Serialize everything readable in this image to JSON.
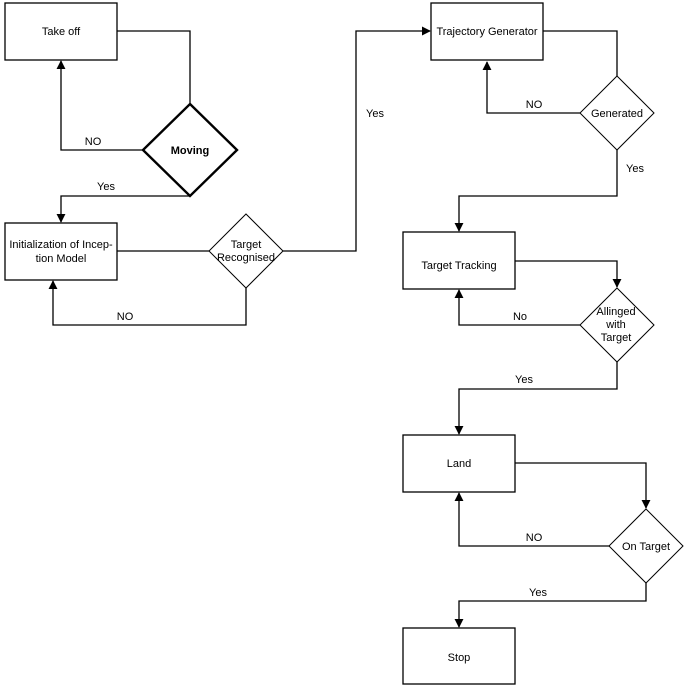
{
  "nodes": {
    "takeoff": "Take off",
    "moving": "Moving",
    "init_line1": "Initialization of Incep-",
    "init_line2": "tion Model",
    "target_rec_line1": "Target",
    "target_rec_line2": "Recognised",
    "traj_gen": "Trajectory Generator",
    "generated": "Generated",
    "target_tracking": "Target Tracking",
    "aligned_line1": "Allinged",
    "aligned_line2": "with",
    "aligned_line3": "Target",
    "land": "Land",
    "on_target": "On Target",
    "stop": "Stop"
  },
  "edges": {
    "moving_no": "NO",
    "moving_yes": "Yes",
    "recognised_no": "NO",
    "recognised_yes": "Yes",
    "generated_no": "NO",
    "generated_yes": "Yes",
    "aligned_no": "No",
    "aligned_yes": "Yes",
    "on_target_no": "NO",
    "on_target_yes": "Yes"
  }
}
